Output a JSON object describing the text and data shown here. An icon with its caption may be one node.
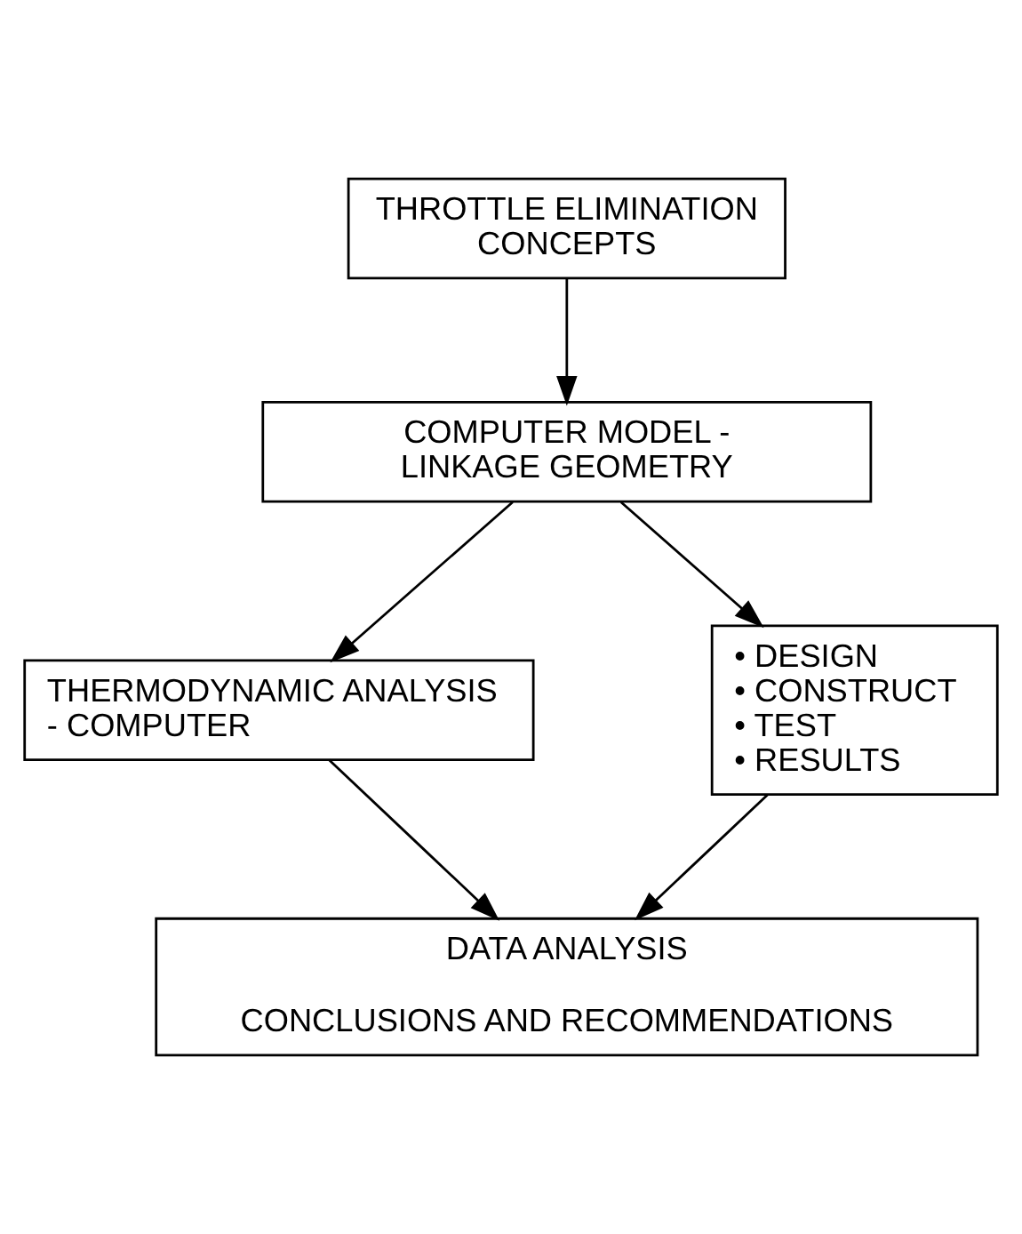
{
  "diagram": {
    "nodes": [
      {
        "text": [
          "THROTTLE ELIMINATION CONCEPTS"
        ]
      },
      {
        "text": [
          "COMPUTER MODEL - LINKAGE GEOMETRY"
        ]
      },
      {
        "text": [
          "THERMODYNAMIC ANALYSIS - COMPUTER"
        ]
      },
      {
        "text": [
          "• DESIGN",
          "• CONSTRUCT",
          "• TEST",
          "• RESULTS"
        ]
      },
      {
        "text": [
          "DATA ANALYSIS",
          "CONCLUSIONS AND RECOMMENDATIONS"
        ]
      }
    ],
    "edges": [
      {
        "from": 0,
        "to": 1,
        "arrow": "to"
      },
      {
        "from": 1,
        "to": 2,
        "arrow": "to"
      },
      {
        "from": 1,
        "to": 3,
        "arrow": "to"
      },
      {
        "from": 2,
        "to": 4,
        "arrow": "to"
      },
      {
        "from": 3,
        "to": 4,
        "arrow": "to"
      }
    ]
  }
}
